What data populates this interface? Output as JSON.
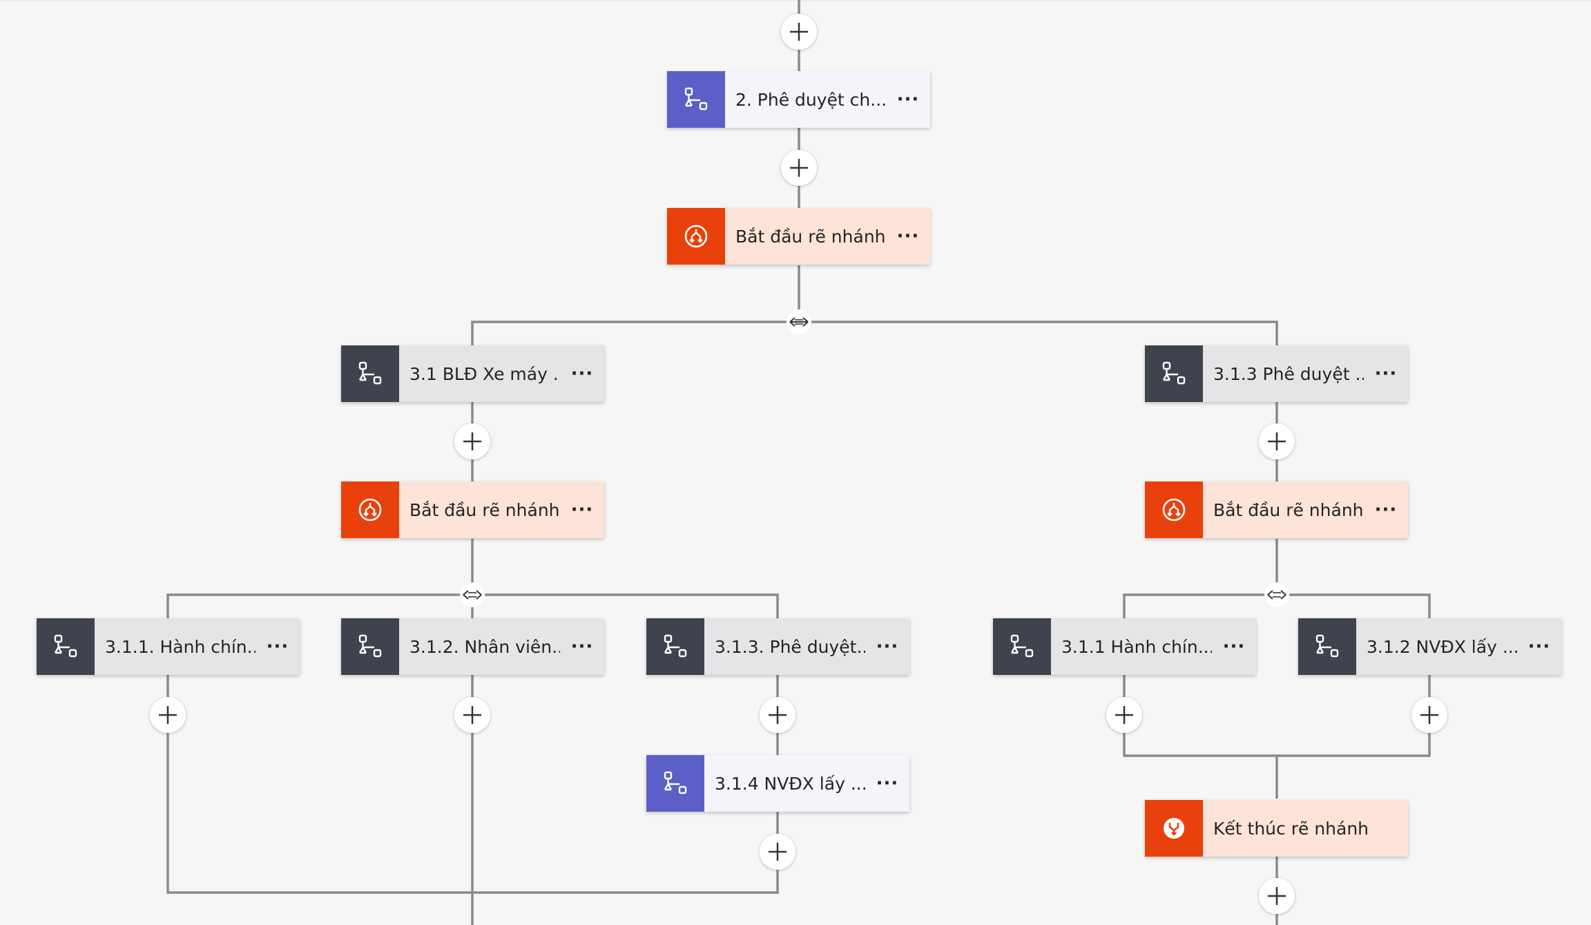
{
  "nodes": {
    "n2": {
      "title": "2. Phê duyệt ch...",
      "more": "···",
      "icon": "approval-branch-icon"
    },
    "b1": {
      "title": "Bắt đầu rẽ nhánh",
      "more": "···",
      "icon": "branch-start-icon"
    },
    "n31": {
      "title": "3.1 BLĐ Xe máy ...",
      "more": "···",
      "icon": "approval-branch-icon"
    },
    "n313r": {
      "title": "3.1.3 Phê duyệt ...",
      "more": "···",
      "icon": "approval-branch-icon"
    },
    "b2": {
      "title": "Bắt đầu rẽ nhánh",
      "more": "···",
      "icon": "branch-start-icon"
    },
    "b3": {
      "title": "Bắt đầu rẽ nhánh",
      "more": "···",
      "icon": "branch-start-icon"
    },
    "n311": {
      "title": "3.1.1. Hành chín...",
      "more": "···",
      "icon": "approval-branch-icon"
    },
    "n312": {
      "title": "3.1.2. Nhân viên...",
      "more": "···",
      "icon": "approval-branch-icon"
    },
    "n313": {
      "title": "3.1.3. Phê duyệt...",
      "more": "···",
      "icon": "approval-branch-icon"
    },
    "n311r": {
      "title": "3.1.1 Hành chín...",
      "more": "···",
      "icon": "approval-branch-icon"
    },
    "n312r": {
      "title": "3.1.2 NVĐX lấy ...",
      "more": "···",
      "icon": "approval-branch-icon"
    },
    "n314": {
      "title": "3.1.4 NVĐX lấy ...",
      "more": "···",
      "icon": "approval-branch-icon"
    },
    "e1": {
      "title": "Kết thúc rẽ nhánh",
      "more": "",
      "icon": "branch-end-icon"
    }
  },
  "colors": {
    "purple": "#5b5fc7",
    "dark": "#3e434d",
    "orange": "#e8410c",
    "connector": "#8a8a8a",
    "canvas": "#f6f6f6"
  }
}
